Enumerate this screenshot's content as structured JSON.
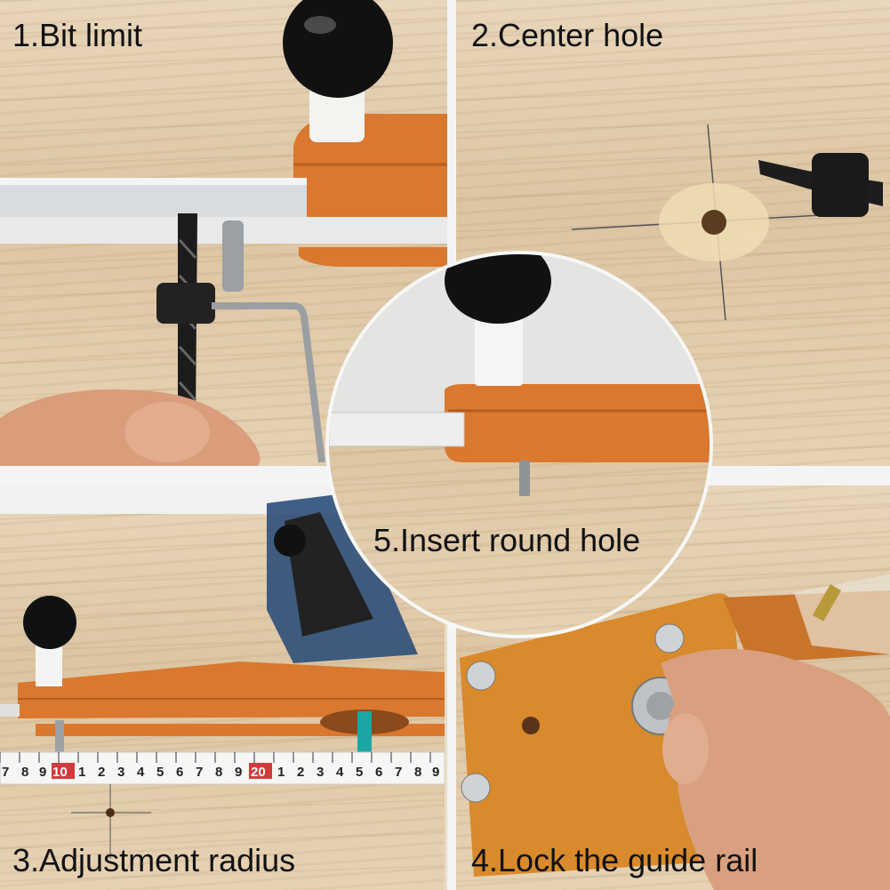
{
  "captions": {
    "step1": "1.Bit limit",
    "step2": "2.Center hole",
    "step3": "3.Adjustment radius",
    "step4": "4.Lock the guide rail",
    "step5": "5.Insert round hole"
  },
  "ruler": {
    "digits": [
      "7",
      "8",
      "9",
      "10",
      "1",
      "2",
      "3",
      "4",
      "5",
      "6",
      "7",
      "8",
      "9",
      "20",
      "1",
      "2",
      "3",
      "4",
      "5",
      "6",
      "7",
      "8",
      "9"
    ]
  },
  "colors": {
    "orange_plate": "#d9782e",
    "wood": "#e0cba9",
    "knob_black": "#111111",
    "ruler_red": "#d23b3b"
  }
}
